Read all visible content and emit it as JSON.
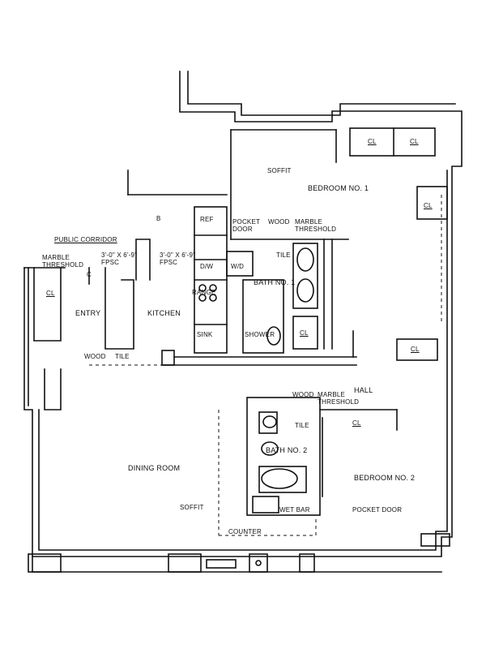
{
  "plan": {
    "corridor": "PUBLIC CORRIDOR",
    "entry_threshold": "MARBLE\nTHRESHOLD",
    "entry_door_mark": "C",
    "entry_door_spec": "3'-0\" X 6'-9\"\nFPSC",
    "kitchen_door_mark": "B",
    "kitchen_door_spec": "3'-0\" X 6'-9\"\nFPSC",
    "entry": "ENTRY",
    "kitchen": "KITCHEN",
    "entry_closet": "CL",
    "wood": "WOOD",
    "tile": "TILE",
    "ref": "REF",
    "dw": "D/W",
    "wd": "W/D",
    "range": "RANGE",
    "sink": "SINK",
    "shower": "SHOWER",
    "pocket_door": "POCKET\nDOOR",
    "bath1_wood": "WOOD",
    "bath1_threshold": "MARBLE\nTHRESHOLD",
    "bath1_tile": "TILE",
    "bath1": "BATH NO. 1",
    "bath1_closet": "CL",
    "soffit_top": "SOFFIT",
    "bedroom1": "BEDROOM NO. 1",
    "closet_a": "CL",
    "closet_b": "CL",
    "closet_c": "CL",
    "closet_d": "CL",
    "hall": "HALL",
    "hall_wood": "WOOD",
    "hall_threshold": "MARBLE\nTHRESHOLD",
    "hall_tile": "TILE",
    "hall_closet": "CL",
    "bath2": "BATH NO. 2",
    "bedroom2": "BEDROOM NO. 2",
    "dining": "DINING ROOM",
    "soffit_bottom": "SOFFIT",
    "wet_bar": "WET BAR",
    "pocket_door_2": "POCKET DOOR",
    "counter": "COUNTER"
  }
}
